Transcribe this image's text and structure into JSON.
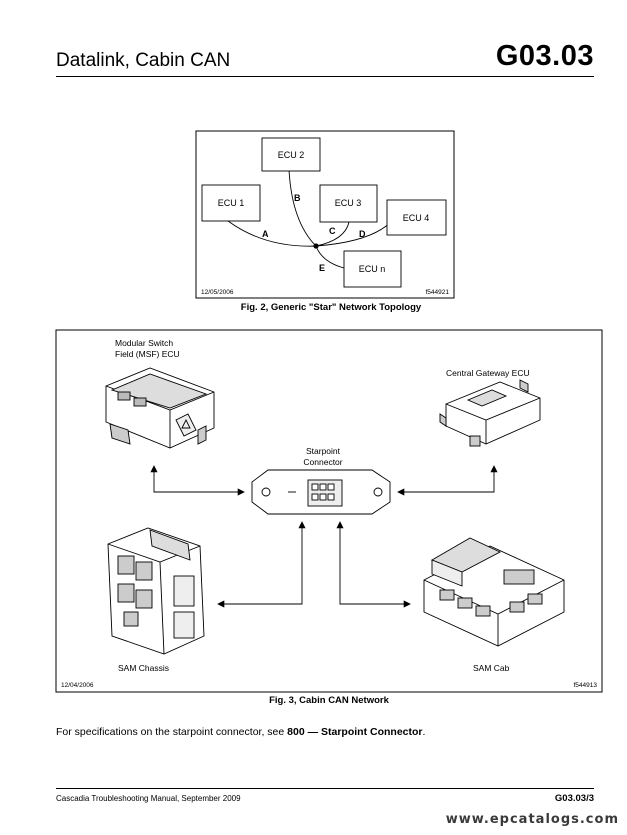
{
  "header": {
    "title": "Datalink, Cabin CAN",
    "code": "G03.03"
  },
  "fig2": {
    "nodes": {
      "ecu1": "ECU 1",
      "ecu2": "ECU 2",
      "ecu3": "ECU 3",
      "ecu4": "ECU 4",
      "ecun": "ECU n"
    },
    "links": {
      "a": "A",
      "b": "B",
      "c": "C",
      "d": "D",
      "e": "E"
    },
    "date": "12/05/2006",
    "ref": "f544921",
    "caption": "Fig. 2, Generic \"Star\" Network Topology"
  },
  "fig3": {
    "msf_label_line1": "Modular Switch",
    "msf_label_line2": "Field (MSF) ECU",
    "gateway_label": "Central Gateway ECU",
    "starpoint_line1": "Starpoint",
    "starpoint_line2": "Connector",
    "sam_chassis": "SAM Chassis",
    "sam_cab": "SAM Cab",
    "date": "12/04/2006",
    "ref": "f544913",
    "caption": "Fig. 3, Cabin CAN Network"
  },
  "spec": {
    "text_prefix": "For specifications on the starpoint connector, see ",
    "ref": "800 — Starpoint Connector",
    "suffix": "."
  },
  "footer": {
    "left": "Cascadia Troubleshooting Manual, September 2009",
    "right": "G03.03/3"
  },
  "watermark": "www.epcatalogs.com"
}
